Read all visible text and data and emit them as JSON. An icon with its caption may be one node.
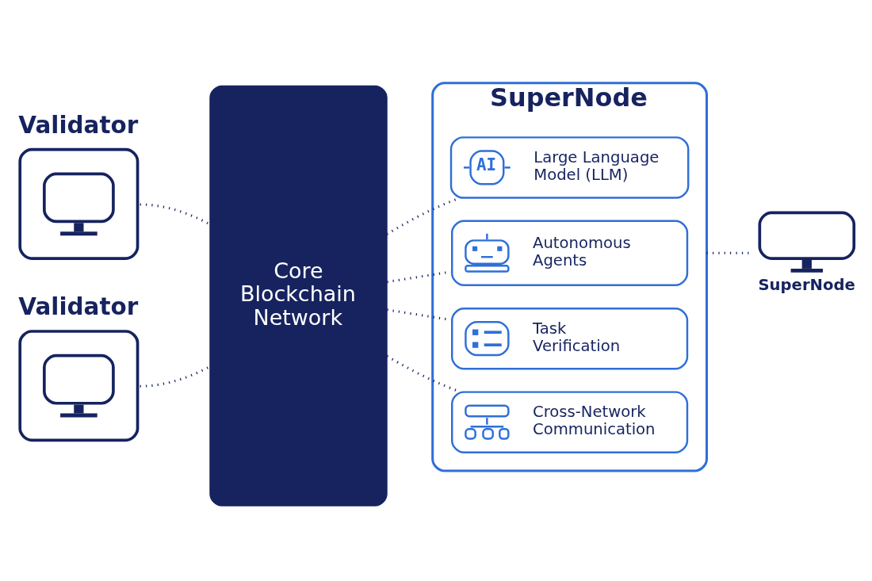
{
  "diagram": {
    "nodes": [
      {
        "text": [
          "Validator"
        ]
      },
      {
        "text": [
          "Validator"
        ]
      },
      {
        "text": [
          "Core Blockchain Network"
        ]
      },
      {
        "text": [
          "SuperNode"
        ]
      },
      {
        "text": [
          "AI",
          "Large Language Model (LLM)"
        ],
        "in": 3
      },
      {
        "text": [
          "Autonomous Agents"
        ],
        "in": 3
      },
      {
        "text": [
          "Task Verification"
        ],
        "in": 3
      },
      {
        "text": [
          "Cross-Network Communication"
        ],
        "in": 3
      },
      {
        "text": [
          "SuperNode"
        ]
      }
    ],
    "edges": [
      {
        "from": 0,
        "to": 2,
        "arrow": "none"
      },
      {
        "from": 1,
        "to": 2,
        "arrow": "none"
      },
      {
        "from": 2,
        "to": 4,
        "arrow": "none"
      },
      {
        "from": 2,
        "to": 5,
        "arrow": "none"
      },
      {
        "from": 2,
        "to": 6,
        "arrow": "none"
      },
      {
        "from": 2,
        "to": 7,
        "arrow": "none"
      },
      {
        "from": 3,
        "to": 8,
        "arrow": "none"
      }
    ]
  }
}
